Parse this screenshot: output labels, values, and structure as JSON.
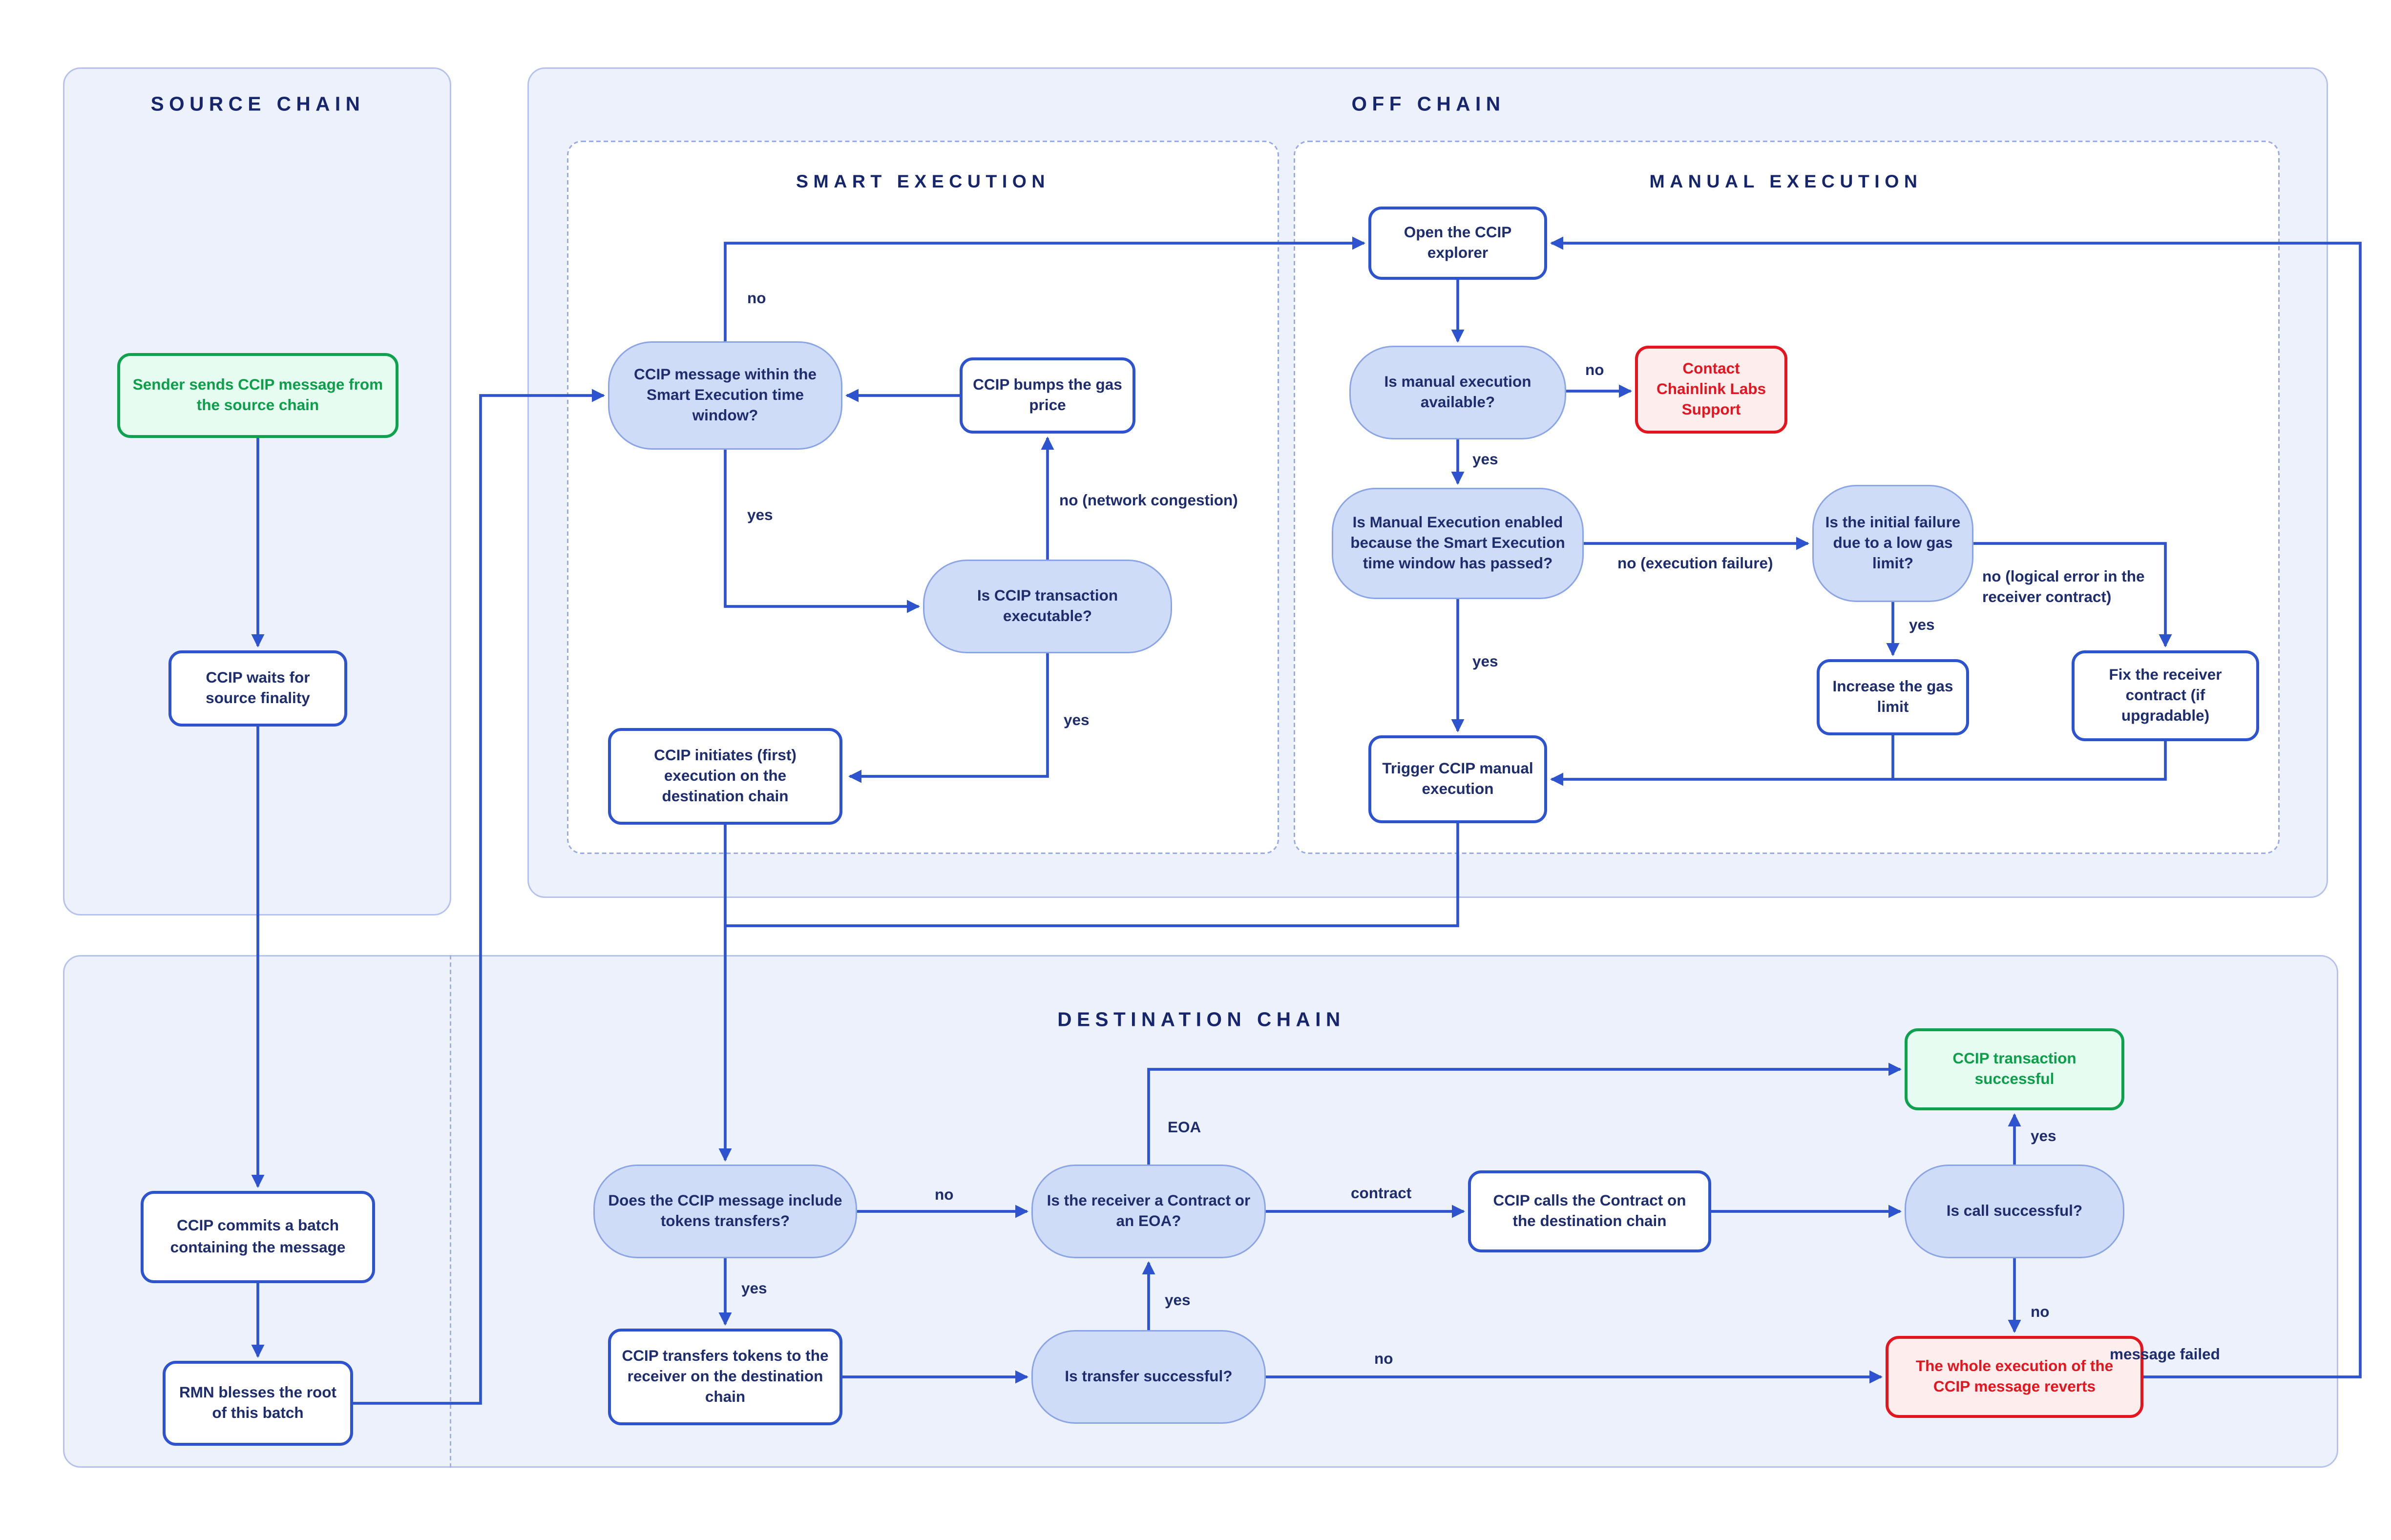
{
  "colors": {
    "accent_blue": "#2e53cf",
    "navy_text": "#1d2d6e",
    "panel_bg": "#edf1fb",
    "panel_border": "#b6c2ee",
    "decision_fill": "#cfdcf8",
    "decision_border": "#8aa4e8",
    "success_green": "#0fa24e",
    "success_fill": "#e7fcf0",
    "error_red": "#e4151e",
    "error_fill": "#fdeded"
  },
  "panels": {
    "source_chain": {
      "title": "SOURCE CHAIN"
    },
    "off_chain": {
      "title": "OFF CHAIN"
    },
    "smart_execution": {
      "title": "SMART EXECUTION"
    },
    "manual_execution": {
      "title": "MANUAL EXECUTION"
    },
    "destination_chain": {
      "title": "DESTINATION CHAIN"
    }
  },
  "nodes": {
    "sender_sends": {
      "label": "Sender sends CCIP message from the source chain",
      "type": "start"
    },
    "ccip_waits": {
      "label": "CCIP waits for source finality",
      "type": "process"
    },
    "ccip_commits": {
      "label": "CCIP commits a batch containing the message",
      "type": "process"
    },
    "rmn_blesses": {
      "label": "RMN blesses the root of this batch",
      "type": "process"
    },
    "within_window": {
      "label": "CCIP message within the Smart Execution time window?",
      "type": "decision"
    },
    "bumps_gas": {
      "label": "CCIP bumps the gas price",
      "type": "process"
    },
    "is_executable": {
      "label": "Is CCIP transaction executable?",
      "type": "decision"
    },
    "initiates_execution": {
      "label": "CCIP initiates (first) execution on the destination chain",
      "type": "process"
    },
    "open_explorer": {
      "label": "Open the CCIP explorer",
      "type": "process"
    },
    "manual_available": {
      "label": "Is manual execution available?",
      "type": "decision"
    },
    "contact_support": {
      "label": "Contact Chainlink Labs Support",
      "type": "error"
    },
    "manual_enabled": {
      "label": "Is Manual Execution enabled because the Smart Execution time window has passed?",
      "type": "decision"
    },
    "initial_failure": {
      "label": "Is the initial failure due to a low gas limit?",
      "type": "decision"
    },
    "increase_gas": {
      "label": "Increase the gas limit",
      "type": "process"
    },
    "fix_receiver": {
      "label": "Fix the receiver contract (if upgradable)",
      "type": "process"
    },
    "trigger_manual": {
      "label": "Trigger CCIP manual execution",
      "type": "process"
    },
    "includes_tokens": {
      "label": "Does the CCIP message include tokens transfers?",
      "type": "decision"
    },
    "receiver_type": {
      "label": "Is the receiver a Contract or an EOA?",
      "type": "decision"
    },
    "calls_contract": {
      "label": "CCIP calls the Contract on the destination chain",
      "type": "process"
    },
    "call_successful": {
      "label": "Is call successful?",
      "type": "decision"
    },
    "transfers_tokens": {
      "label": "CCIP transfers tokens to the receiver on the destination chain",
      "type": "process"
    },
    "transfer_successful": {
      "label": "Is transfer successful?",
      "type": "decision"
    },
    "tx_successful": {
      "label": "CCIP transaction successful",
      "type": "success"
    },
    "execution_reverts": {
      "label": "The whole execution of the CCIP message reverts",
      "type": "error"
    }
  },
  "edge_labels": {
    "window_no": "no",
    "window_yes": "yes",
    "executable_no": "no (network congestion)",
    "executable_yes": "yes",
    "available_no": "no",
    "available_yes": "yes",
    "enabled_no": "no (execution failure)",
    "enabled_yes": "yes",
    "initial_no": "no (logical error in the receiver contract)",
    "initial_yes": "yes",
    "tokens_no": "no",
    "tokens_yes": "yes",
    "receiver_eoa": "EOA",
    "receiver_contract": "contract",
    "transfer_yes": "yes",
    "transfer_no": "no",
    "call_yes": "yes",
    "call_no": "no",
    "message_failed": "message failed"
  }
}
